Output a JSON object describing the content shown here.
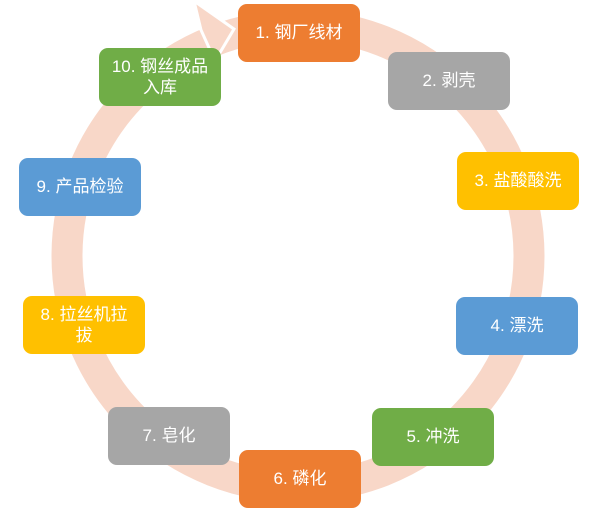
{
  "diagram": {
    "type": "cycle",
    "direction": "clockwise",
    "ring_color": "#F8D7C8",
    "text_color": "#FFFFFF",
    "steps": [
      {
        "label": "1. 钢厂线材",
        "color": "#ED7D31"
      },
      {
        "label": "2. 剥壳",
        "color": "#A6A6A6"
      },
      {
        "label": "3. 盐酸酸洗",
        "color": "#FFC000"
      },
      {
        "label": "4. 漂洗",
        "color": "#5B9BD5"
      },
      {
        "label": "5. 冲洗",
        "color": "#70AD47"
      },
      {
        "label": "6. 磷化",
        "color": "#ED7D31"
      },
      {
        "label": "7. 皂化",
        "color": "#A6A6A6"
      },
      {
        "label": "8. 拉丝机拉拔",
        "color": "#FFC000"
      },
      {
        "label": "9. 产品检验",
        "color": "#5B9BD5"
      },
      {
        "label": "10. 钢丝成品入库",
        "color": "#70AD47"
      }
    ]
  }
}
